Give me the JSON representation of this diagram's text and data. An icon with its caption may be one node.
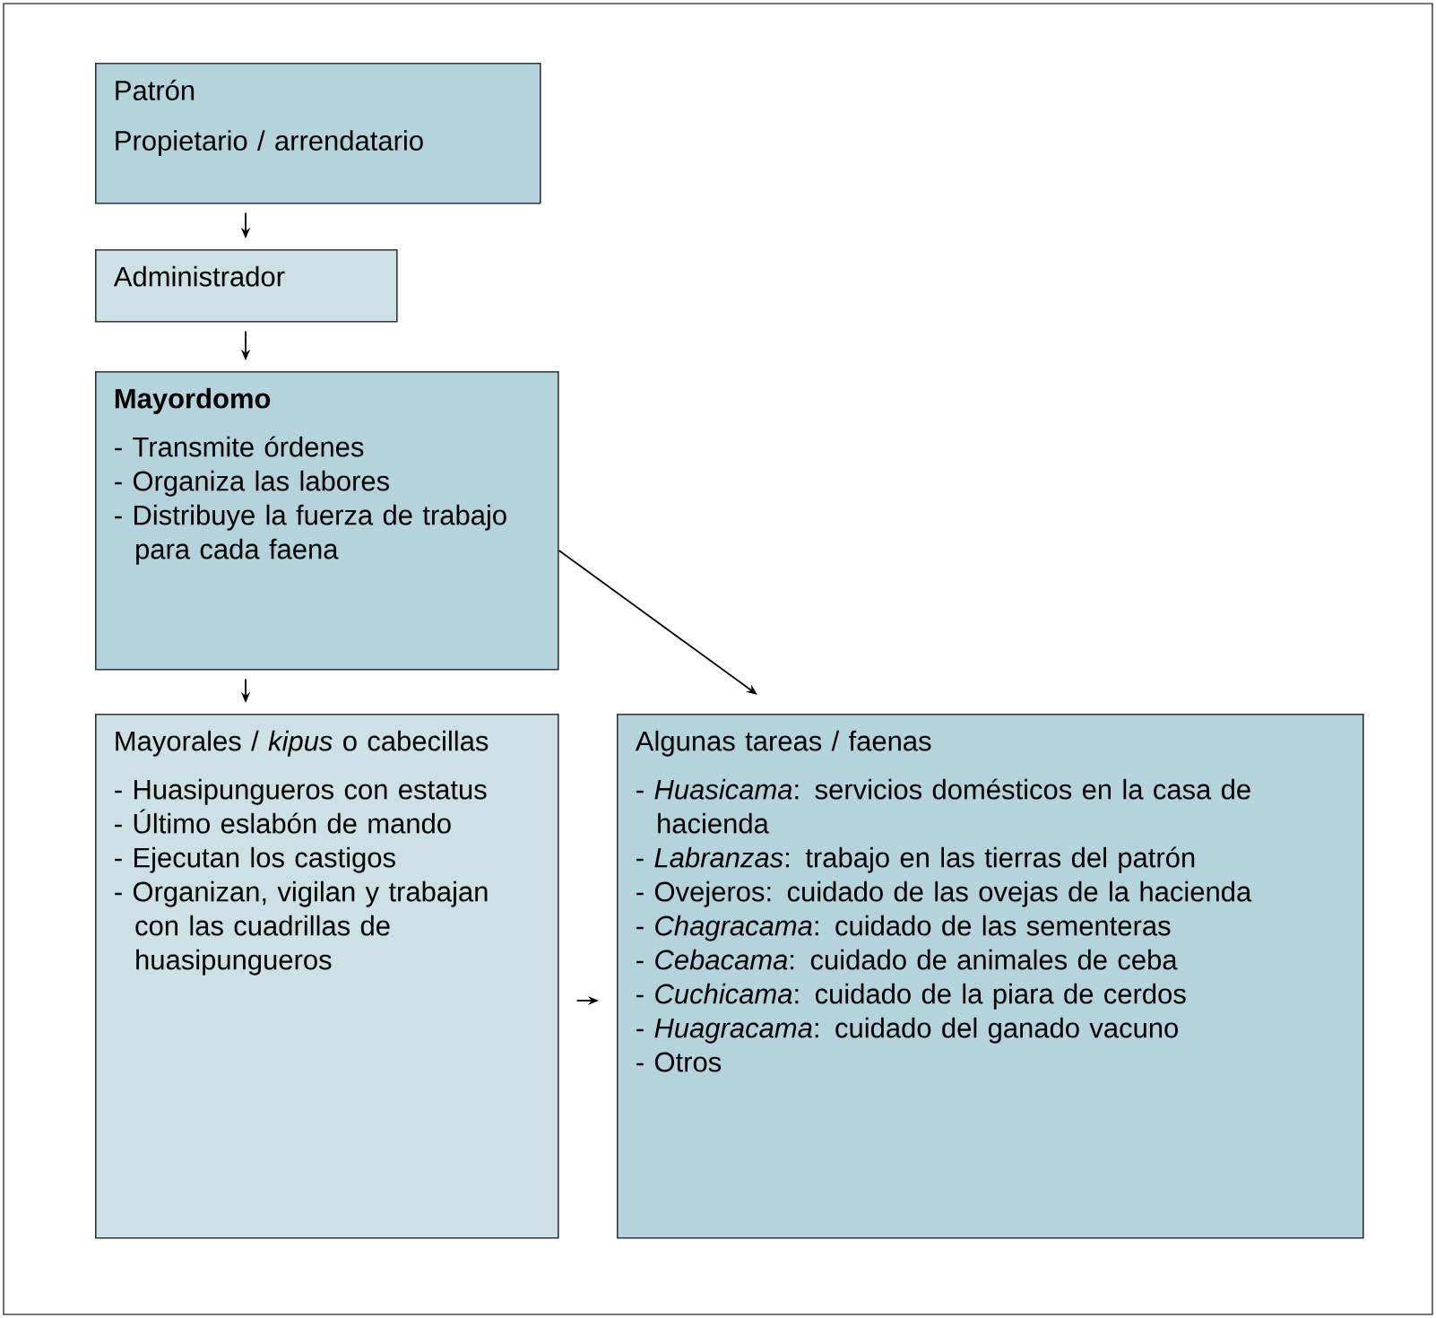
{
  "diagram": {
    "nodes": [
      {
        "text": [
          "Patrón",
          "Propietario / arrendatario"
        ]
      },
      {
        "text": [
          "Administrador"
        ]
      },
      {
        "text": [
          "Mayordomo",
          "- Transmite órdenes",
          "- Organiza las labores",
          "- Distribuye la fuerza de trabajo para cada faena"
        ]
      },
      {
        "text": [
          "Mayorales / *kipus* o cabecillas",
          "- Huasipungueros con estatus",
          "- Último eslabón de mando",
          "- Ejecutan los castigos",
          "- Organizan, vigilan y trabajan con las cuadrillas de huasipungueros"
        ]
      },
      {
        "text": [
          "Algunas tareas / faenas",
          "- *Huasicama*: servicios domésticos en la casa de hacienda",
          "- *Labranzas*: trabajo en las tierras del patrón",
          "- Ovejeros: cuidado de las ovejas de la hacienda",
          "- *Chagracama*: cuidado de las sementeras",
          "- *Cebacama*: cuidado de animales de ceba",
          "- *Cuchicama*: cuidado de la piara de cerdos",
          "- *Huagracama*: cuidado del ganado vacuno",
          "- Otros"
        ]
      }
    ],
    "edges": [
      {
        "from": 0,
        "to": 1,
        "arrow": "to"
      },
      {
        "from": 1,
        "to": 2,
        "arrow": "to"
      },
      {
        "from": 2,
        "to": 3,
        "arrow": "to"
      },
      {
        "from": 2,
        "to": 4,
        "arrow": "to"
      },
      {
        "from": 3,
        "to": 4,
        "arrow": "to"
      }
    ]
  }
}
